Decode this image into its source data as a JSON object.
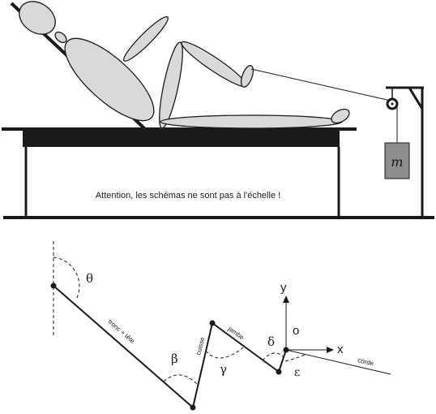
{
  "top_scene": {
    "warning_text": "Attention, les schémas ne sont pas à l'échelle !",
    "mass_label": "m"
  },
  "diagram": {
    "labels": {
      "theta": "θ",
      "beta": "β",
      "gamma": "γ",
      "delta": "δ",
      "epsilon": "ε",
      "y_axis": "y",
      "x_axis": "x",
      "origin": "o",
      "trunk": "tronc + tête",
      "thigh": "cuisse",
      "leg": "jambe",
      "rope": "corde"
    }
  }
}
